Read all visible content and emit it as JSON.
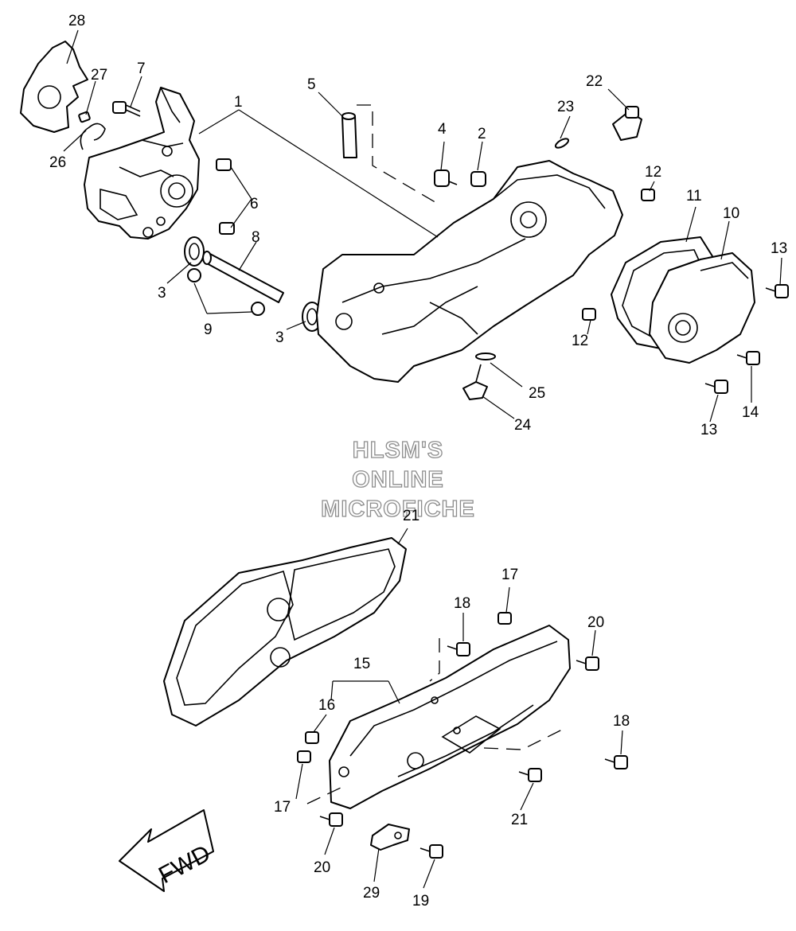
{
  "watermark": {
    "line1": "HLSM'S",
    "line2": "ONLINE",
    "line3": "MICROFICHE"
  },
  "direction_label": "FWD",
  "callouts": {
    "c1": "1",
    "c2": "2",
    "c3a": "3",
    "c3b": "3",
    "c4": "4",
    "c5": "5",
    "c6": "6",
    "c7": "7",
    "c8": "8",
    "c9": "9",
    "c10": "10",
    "c11": "11",
    "c12a": "12",
    "c12b": "12",
    "c13a": "13",
    "c13b": "13",
    "c14": "14",
    "c15": "15",
    "c16": "16",
    "c17a": "17",
    "c17b": "17",
    "c18a": "18",
    "c18b": "18",
    "c19": "19",
    "c20a": "20",
    "c20b": "20",
    "c21a": "21",
    "c21b": "21",
    "c22": "22",
    "c23": "23",
    "c24": "24",
    "c25": "25",
    "c26": "26",
    "c27": "27",
    "c28": "28",
    "c29": "29"
  }
}
